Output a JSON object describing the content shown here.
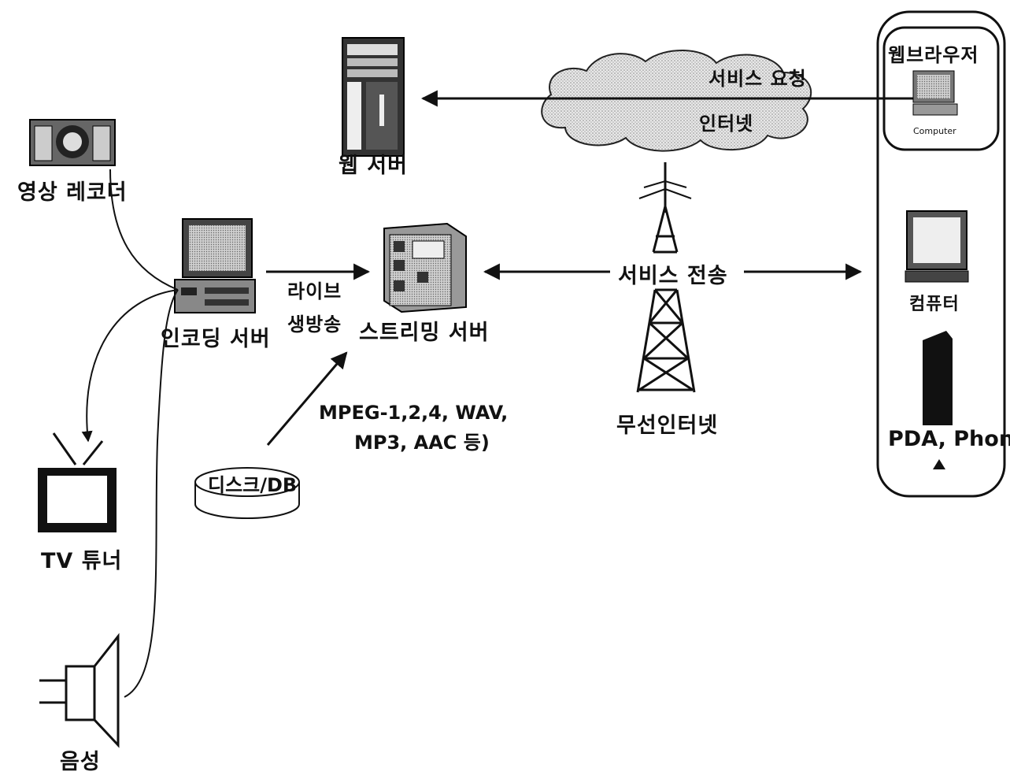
{
  "labels": {
    "web_server": "웹 서버",
    "video_recorder": "영상 레코더",
    "encoding_server": "인코딩 서버",
    "live": "라이브",
    "broadcast": "생방송",
    "streaming_server": "스트리밍 서버",
    "service_request": "서비스 요청",
    "internet": "인터넷",
    "web_browser": "웹브라우저",
    "computer_small": "Computer",
    "service_transmission": "서비스 전송",
    "wireless_internet": "무선인터넷",
    "computer": "컴퓨터",
    "pda_phone": "PDA, Phone",
    "formats_line1": "MPEG-1,2,4, WAV,",
    "formats_line2": "MP3, AAC 등)",
    "disk_db": "디스크/DB",
    "tv_tuner": "TV 튜너",
    "audio": "음성"
  }
}
